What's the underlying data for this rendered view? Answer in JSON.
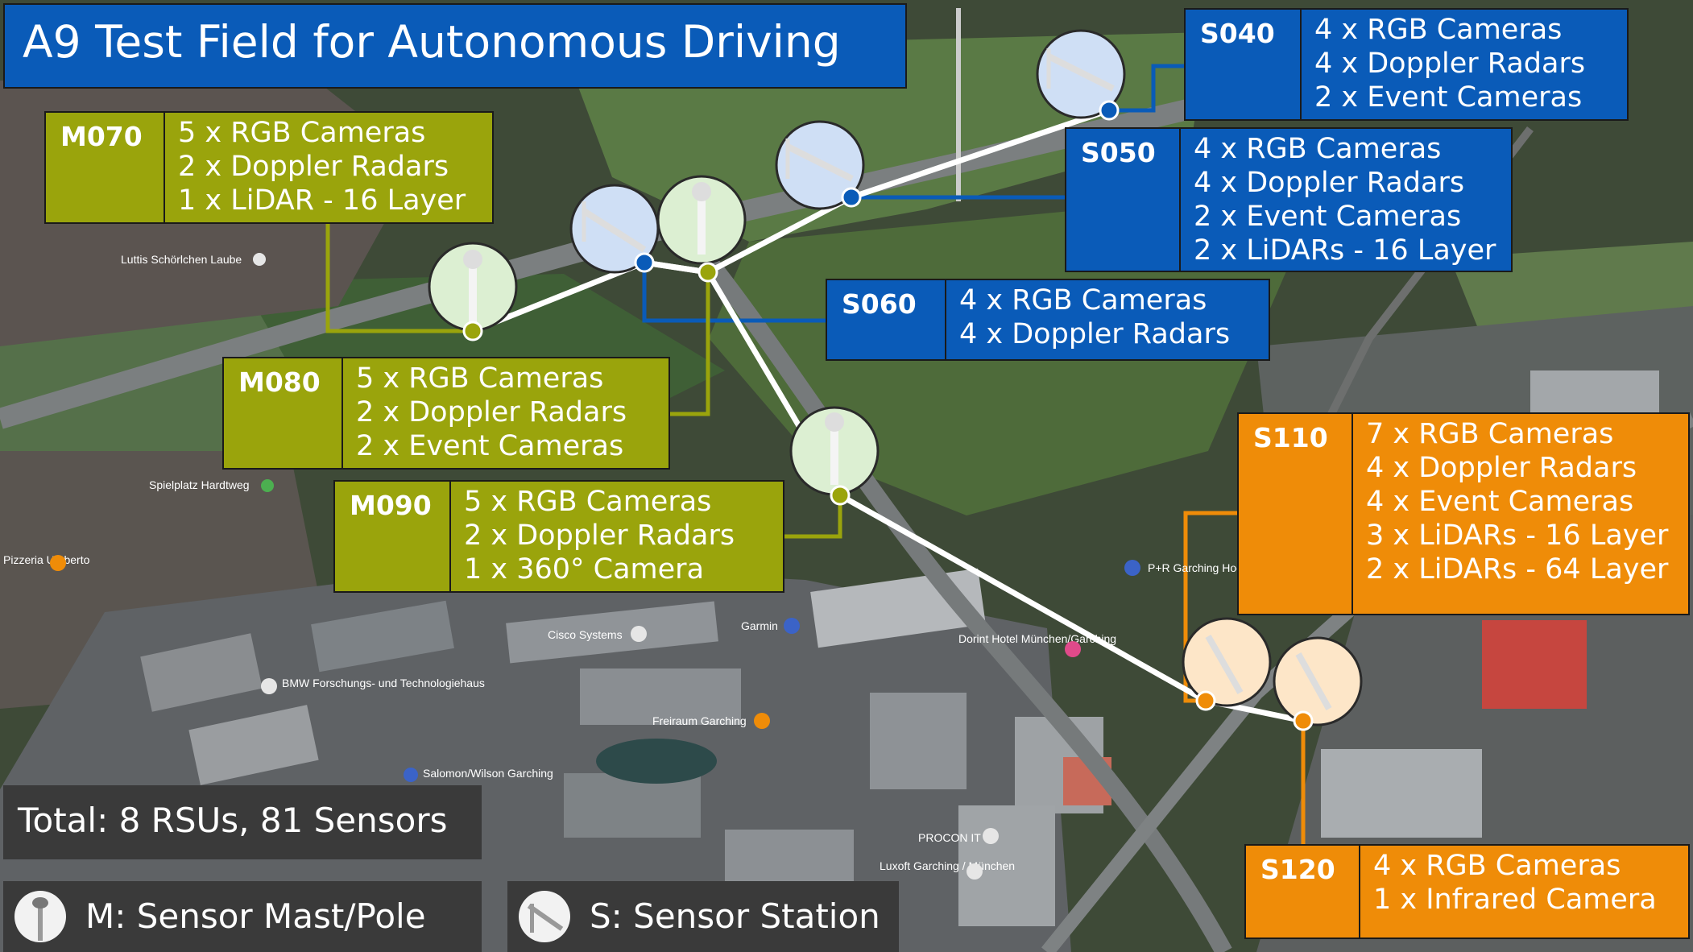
{
  "title": "A9 Test Field for Autonomous Driving",
  "total": "Total: 8 RSUs, 81 Sensors",
  "legend": {
    "mast": "M: Sensor Mast/Pole",
    "station": "S: Sensor Station",
    "mast_icon": "sensor-mast-icon",
    "station_icon": "sensor-station-icon"
  },
  "colors": {
    "station_blue": "#0a5bb8",
    "mast_green": "#9aa40c",
    "station_orange": "#ef8c08",
    "route_white": "#ffffff"
  },
  "rsus": {
    "s040": {
      "id": "S040",
      "sensors": [
        "4 x RGB Cameras",
        "4 x Doppler Radars",
        "2 x Event Cameras"
      ]
    },
    "s050": {
      "id": "S050",
      "sensors": [
        "4 x RGB Cameras",
        "4 x Doppler Radars",
        "2 x Event Cameras",
        "2 x LiDARs - 16 Layer"
      ]
    },
    "s060": {
      "id": "S060",
      "sensors": [
        "4 x RGB Cameras",
        "4 x Doppler Radars"
      ]
    },
    "m070": {
      "id": "M070",
      "sensors": [
        "5 x RGB Cameras",
        "2 x Doppler Radars",
        "1 x LiDAR - 16 Layer"
      ]
    },
    "m080": {
      "id": "M080",
      "sensors": [
        "5 x RGB Cameras",
        "2 x Doppler Radars",
        "2 x Event Cameras"
      ]
    },
    "m090": {
      "id": "M090",
      "sensors": [
        "5 x RGB Cameras",
        "2 x Doppler Radars",
        "1 x 360° Camera"
      ]
    },
    "s110": {
      "id": "S110",
      "sensors": [
        "7 x RGB Cameras",
        "4 x Doppler Radars",
        "4 x Event Cameras",
        "3 x LiDARs - 16 Layer",
        "2 x LiDARs - 64 Layer"
      ]
    },
    "s120": {
      "id": "S120",
      "sensors": [
        "4 x RGB Cameras",
        "1 x Infrared Camera"
      ]
    }
  },
  "map_labels": {
    "lutti": "Luttis Schörlchen Laube",
    "spielplatz": "Spielplatz Hardtweg",
    "pizzeria": "Pizzeria Umberto",
    "cisco": "Cisco Systems",
    "garmin": "Garmin",
    "bmw": "BMW Forschungs- und Technologiehaus",
    "freiraum": "Freiraum Garching",
    "dorint": "Dorint Hotel München/Garching",
    "pr": "P+R Garching Hochbrück",
    "salomon": "Salomon/Wilson Garching",
    "procon": "PROCON IT",
    "luxoft": "Luxoft Garching / München"
  }
}
